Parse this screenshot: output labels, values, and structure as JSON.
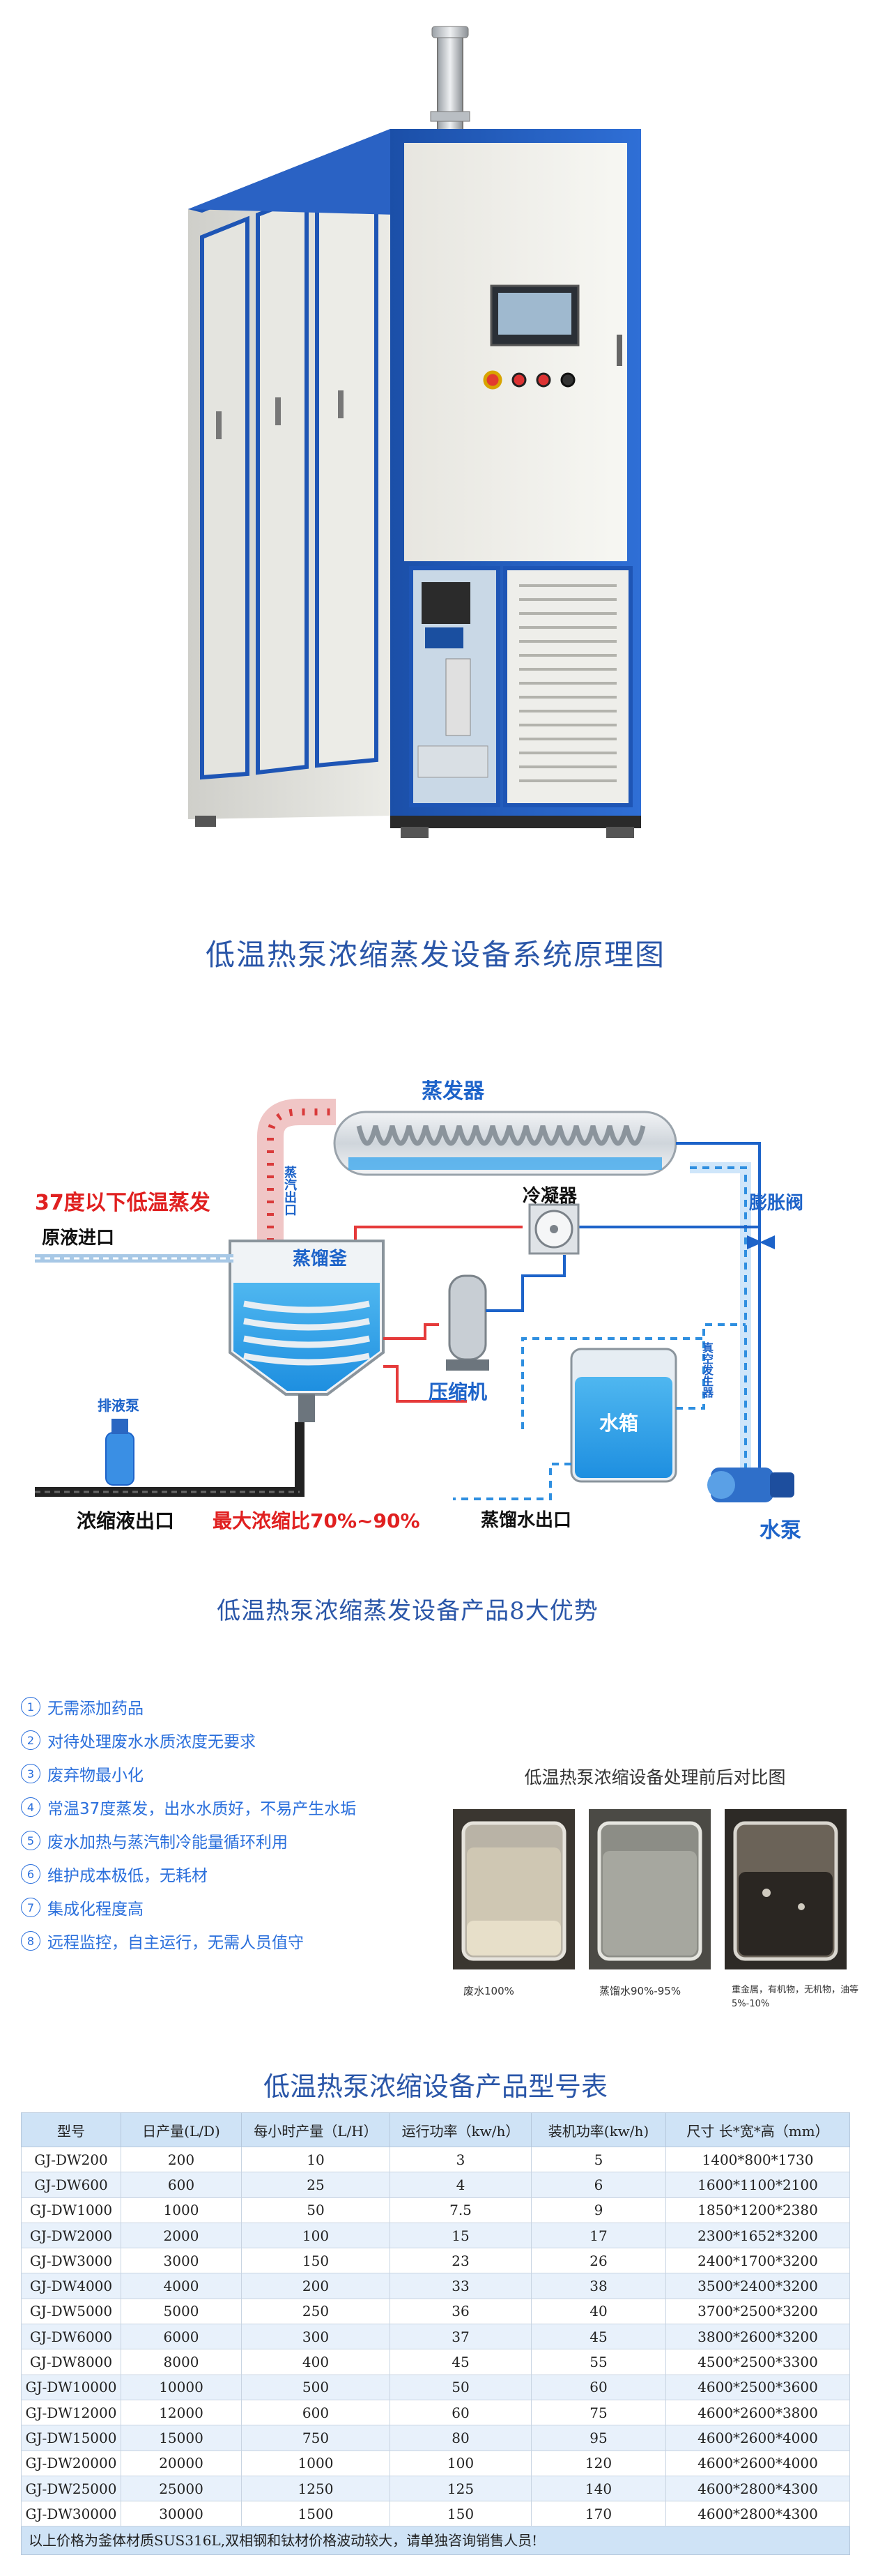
{
  "diagram_title": "低温热泵浓缩蒸发设备系统原理图",
  "diagram_labels": {
    "evaporator": "蒸发器",
    "steam_out": "蒸汽出口",
    "low_temp": "37度以下低温蒸发",
    "expansion_valve": "膨胀阀",
    "condenser": "冷凝器",
    "raw_inlet": "原液进口",
    "kettle": "蒸馏釜",
    "drain_pump": "排液泵",
    "compressor": "压缩机",
    "tank": "水箱",
    "vacuum_gen": "真空发生器",
    "concentrate_out": "浓缩液出口",
    "ratio": "最大浓缩比70%~90%",
    "distilled_out": "蒸馏水出口",
    "water_pump": "水泵"
  },
  "advantages_title": "低温热泵浓缩蒸发设备产品8大优势",
  "advantages": [
    {
      "num": "1",
      "text": "无需添加药品"
    },
    {
      "num": "2",
      "text": "对待处理废水水质浓度无要求"
    },
    {
      "num": "3",
      "text": "废弃物最小化"
    },
    {
      "num": "4",
      "text": "常温37度蒸发，出水水质好，不易产生水垢"
    },
    {
      "num": "5",
      "text": "废水加热与蒸汽制冷能量循环利用"
    },
    {
      "num": "6",
      "text": "维护成本极低，无耗材"
    },
    {
      "num": "7",
      "text": "集成化程度高"
    },
    {
      "num": "8",
      "text": "远程监控，自主运行，无需人员值守"
    }
  ],
  "comparison": {
    "title": "低温热泵浓缩设备处理前后对比图",
    "captions": [
      "废水100%",
      "蒸馏水90%-95%",
      "重金属，有机物，无机物，油等5%-10%"
    ]
  },
  "table": {
    "title": "低温热泵浓缩设备产品型号表",
    "headers": [
      "型号",
      "日产量(L/D)",
      "每小时产量（L/H）",
      "运行功率（kw/h）",
      "装机功率(kw/h)",
      "尺寸 长*宽*高（mm）"
    ],
    "rows": [
      [
        "GJ-DW200",
        "200",
        "10",
        "3",
        "5",
        "1400*800*1730"
      ],
      [
        "GJ-DW600",
        "600",
        "25",
        "4",
        "6",
        "1600*1100*2100"
      ],
      [
        "GJ-DW1000",
        "1000",
        "50",
        "7.5",
        "9",
        "1850*1200*2380"
      ],
      [
        "GJ-DW2000",
        "2000",
        "100",
        "15",
        "17",
        "2300*1652*3200"
      ],
      [
        "GJ-DW3000",
        "3000",
        "150",
        "23",
        "26",
        "2400*1700*3200"
      ],
      [
        "GJ-DW4000",
        "4000",
        "200",
        "33",
        "38",
        "3500*2400*3200"
      ],
      [
        "GJ-DW5000",
        "5000",
        "250",
        "36",
        "40",
        "3700*2500*3200"
      ],
      [
        "GJ-DW6000",
        "6000",
        "300",
        "37",
        "45",
        "3800*2600*3200"
      ],
      [
        "GJ-DW8000",
        "8000",
        "400",
        "45",
        "55",
        "4500*2500*3300"
      ],
      [
        "GJ-DW10000",
        "10000",
        "500",
        "50",
        "60",
        "4600*2500*3600"
      ],
      [
        "GJ-DW12000",
        "12000",
        "600",
        "60",
        "75",
        "4600*2600*3800"
      ],
      [
        "GJ-DW15000",
        "15000",
        "750",
        "80",
        "95",
        "4600*2600*4000"
      ],
      [
        "GJ-DW20000",
        "20000",
        "1000",
        "100",
        "120",
        "4600*2600*4000"
      ],
      [
        "GJ-DW25000",
        "25000",
        "1250",
        "125",
        "140",
        "4600*2800*4300"
      ],
      [
        "GJ-DW30000",
        "30000",
        "1500",
        "150",
        "170",
        "4600*2800*4300"
      ]
    ],
    "note": "以上价格为釜体材质SUS316L,双相钢和钛材价格波动较大，请单独咨询销售人员!"
  }
}
